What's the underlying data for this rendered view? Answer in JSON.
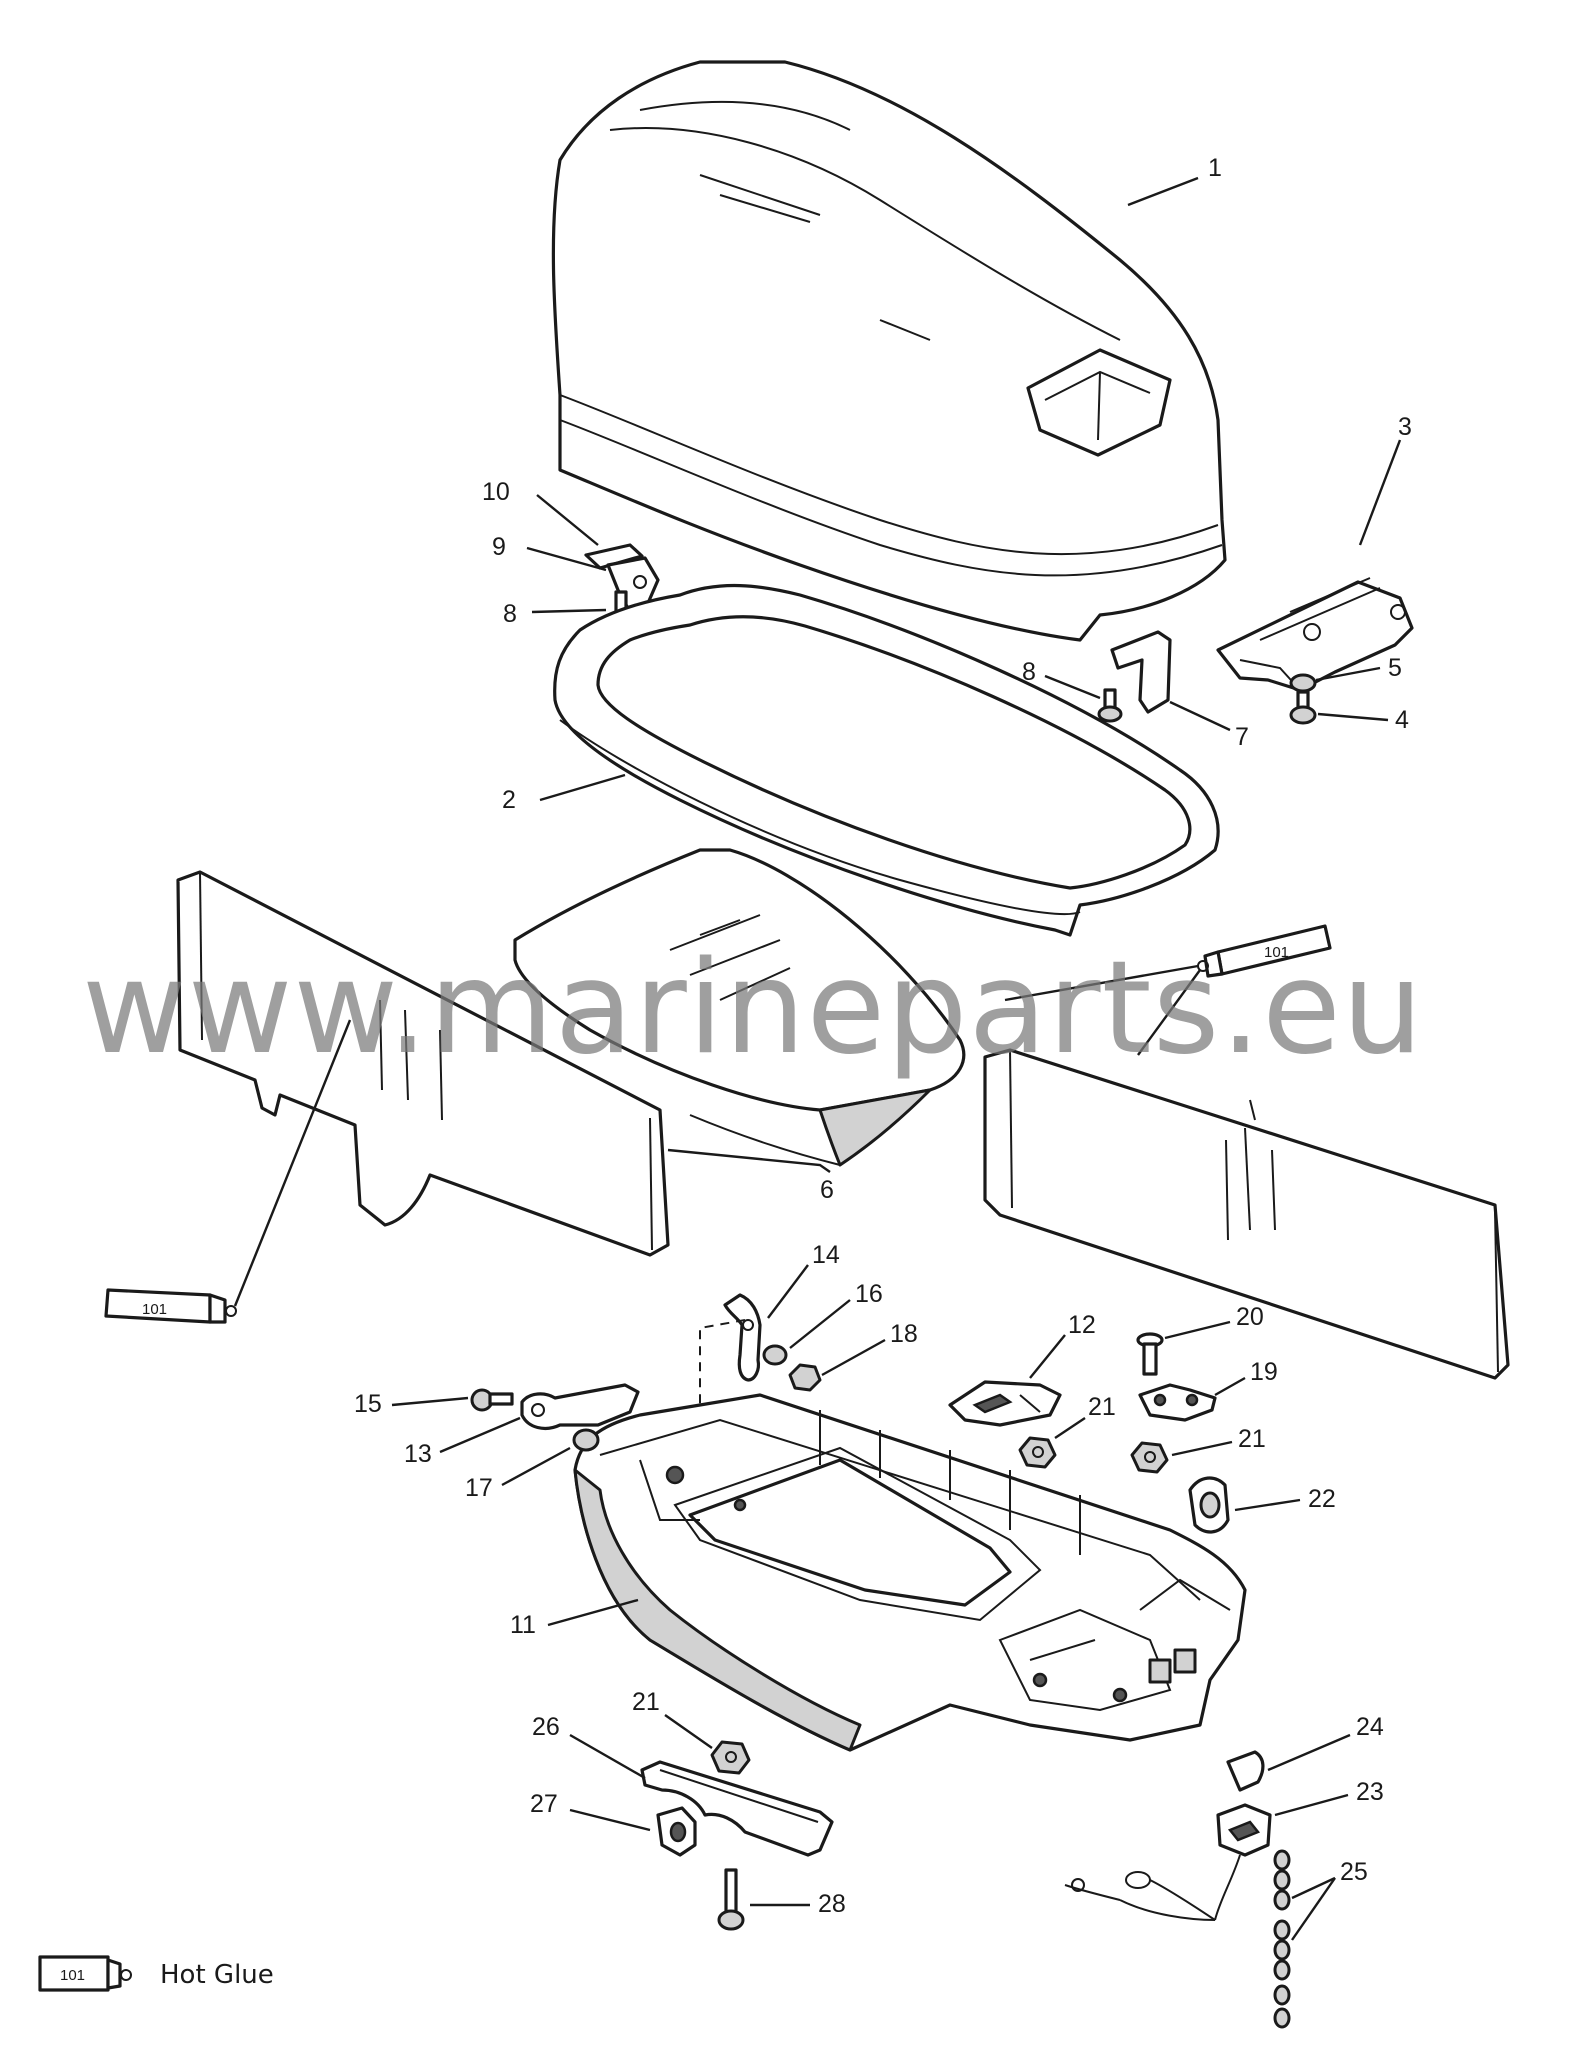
{
  "watermark": "www.marineparts.eu",
  "glue_tube_label": "101",
  "legend": {
    "code": "101",
    "text": "Hot Glue"
  },
  "callouts": {
    "c1": "1",
    "c2": "2",
    "c3": "3",
    "c4": "4",
    "c5": "5",
    "c6": "6",
    "c7": "7",
    "c8a": "8",
    "c8b": "8",
    "c9": "9",
    "c10": "10",
    "c11": "11",
    "c12": "12",
    "c13": "13",
    "c14": "14",
    "c15": "15",
    "c16": "16",
    "c17": "17",
    "c18": "18",
    "c19": "19",
    "c20": "20",
    "c21a": "21",
    "c21b": "21",
    "c21c": "21",
    "c22": "22",
    "c23": "23",
    "c24": "24",
    "c25": "25",
    "c26": "26",
    "c27": "27",
    "c28": "28"
  }
}
